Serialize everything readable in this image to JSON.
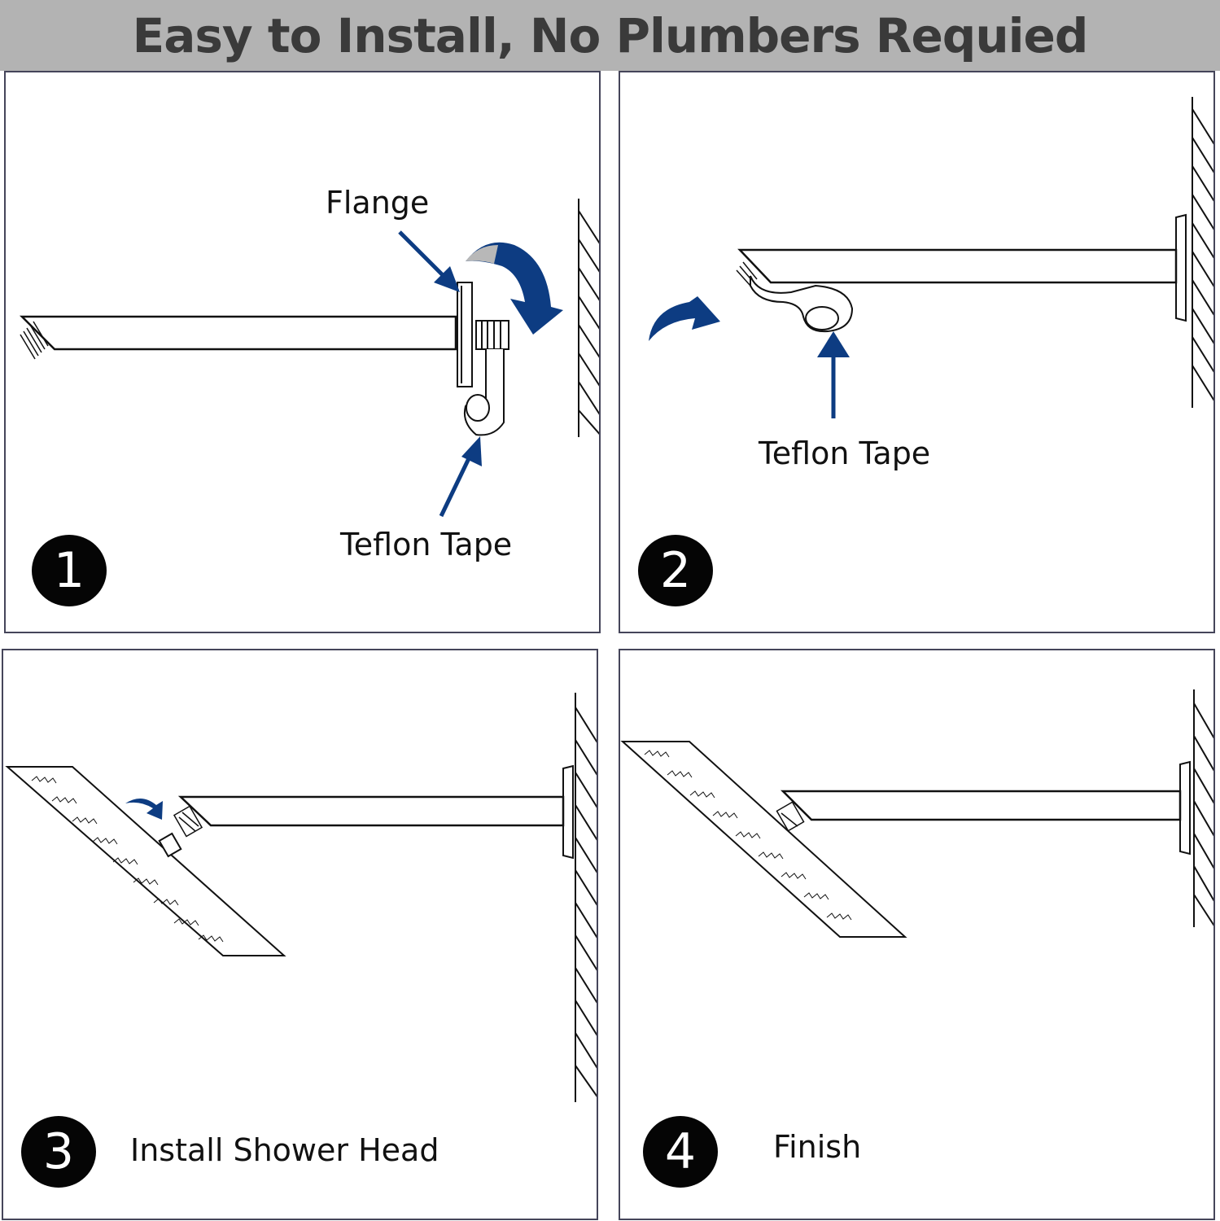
{
  "banner": {
    "title": "Easy to Install, No Plumbers Requied"
  },
  "steps": [
    {
      "number": "1",
      "labels": {
        "flange": "Flange",
        "tape": "Teflon Tape"
      }
    },
    {
      "number": "2",
      "labels": {
        "tape": "Teflon Tape"
      }
    },
    {
      "number": "3",
      "labels": {
        "caption": "Install Shower Head"
      }
    },
    {
      "number": "4",
      "labels": {
        "caption": "Finish"
      }
    }
  ],
  "colors": {
    "banner_bg": "#b3b3b3",
    "arrow_blue": "#0d3c82",
    "badge_bg": "#050505",
    "line": "#111111"
  },
  "icons": [
    "curved-arrow-icon",
    "pointer-arrow-icon",
    "shower-head-icon",
    "wall-icon"
  ]
}
